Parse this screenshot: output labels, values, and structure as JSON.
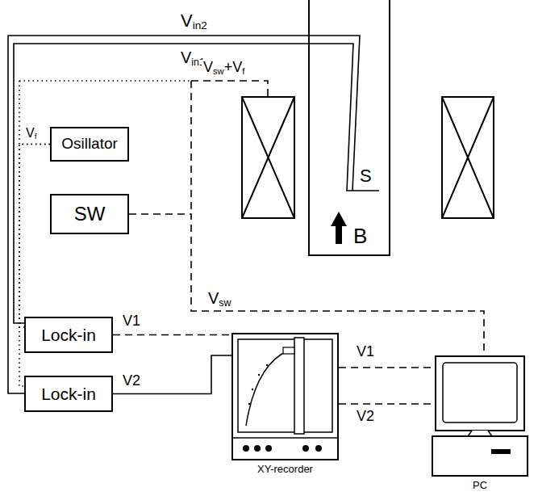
{
  "diagram": {
    "nodes": [
      {
        "text": [
          "Osillator"
        ]
      },
      {
        "text": [
          "SW"
        ]
      },
      {
        "text": [
          "Lock-in"
        ]
      },
      {
        "text": [
          "Lock-in"
        ]
      },
      {
        "text": [
          "XY-recorder"
        ]
      },
      {
        "text": [
          "PC"
        ]
      }
    ],
    "edges": [
      {
        "from": 0,
        "to": 2,
        "arrow": "none"
      },
      {
        "from": 0,
        "to": 3,
        "arrow": "none"
      },
      {
        "from": 2,
        "to": 4,
        "label": "V1",
        "arrow": "none"
      },
      {
        "from": 3,
        "to": 4,
        "label": "V2",
        "arrow": "none"
      },
      {
        "from": 4,
        "to": 5,
        "label": "V1",
        "arrow": "none"
      },
      {
        "from": 4,
        "to": 5,
        "label": "V2",
        "arrow": "none"
      },
      {
        "from": 1,
        "to": 5,
        "label": "Vsw",
        "arrow": "none"
      }
    ],
    "labels": [
      "Vin2",
      "Vin1",
      "Vsw+Vf",
      "Vf",
      "S",
      "B"
    ]
  }
}
